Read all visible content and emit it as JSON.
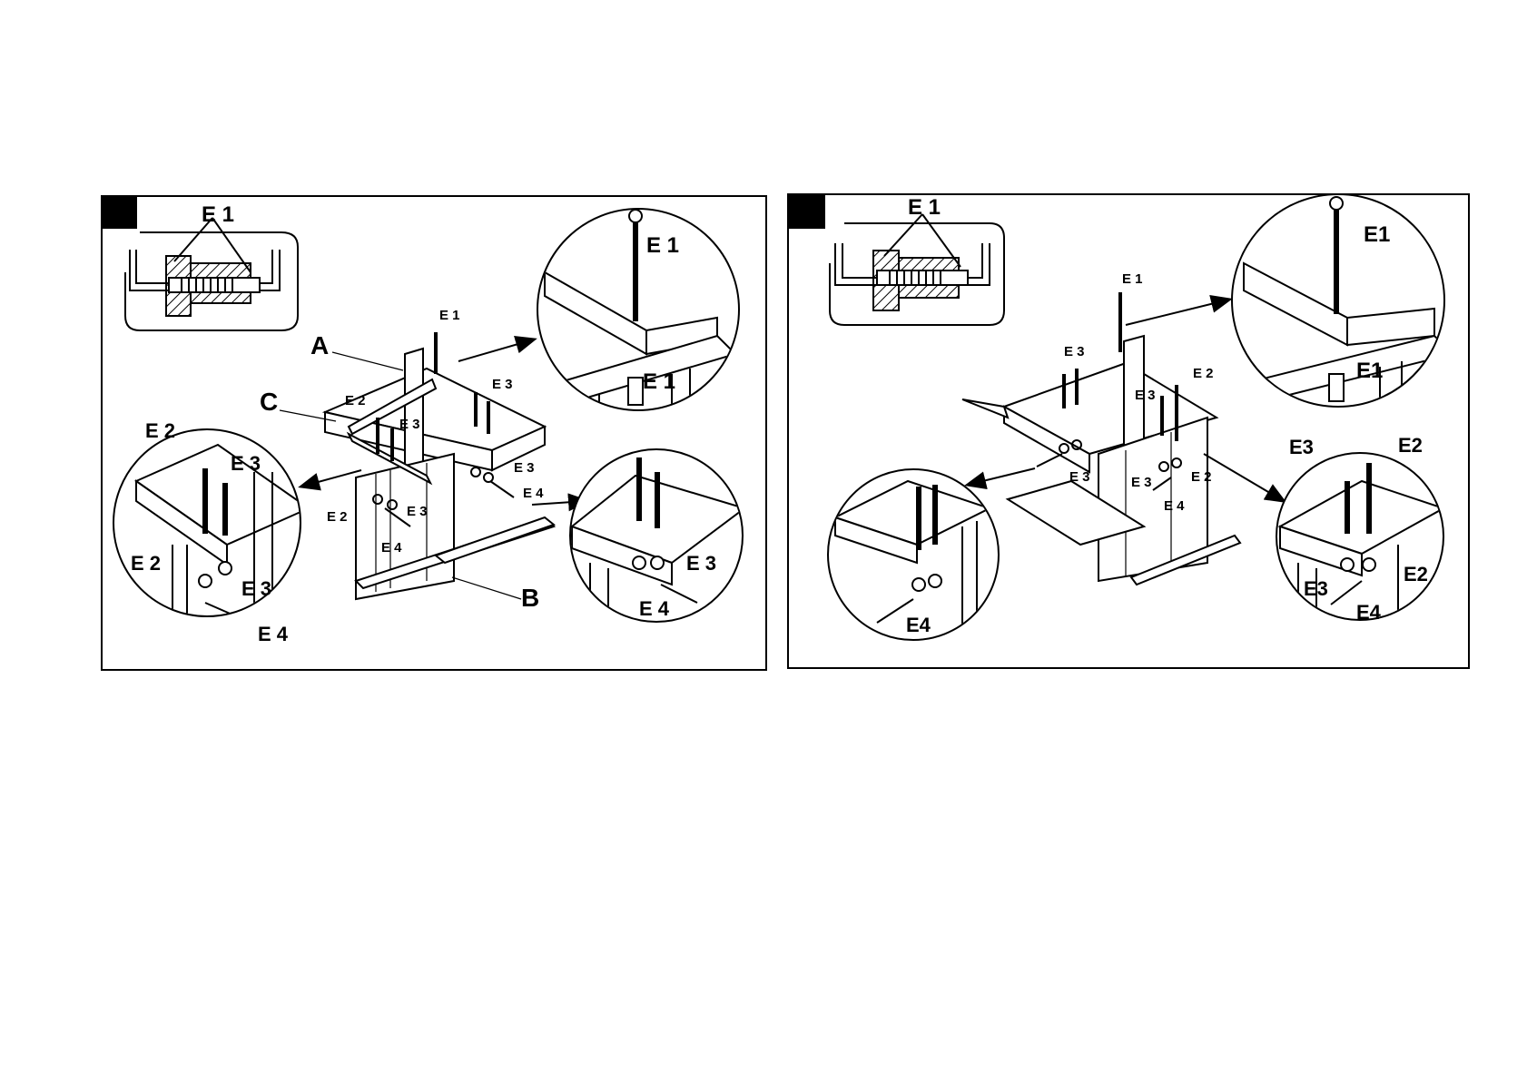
{
  "panel1": {
    "detail_label": "E 1",
    "labels": {
      "A": "A",
      "B": "B",
      "C": "C",
      "e1_top": "E 1",
      "e2": "E 2",
      "e3": "E 3",
      "e3_b": "E 3",
      "e2_b": "E 2",
      "e3_c": "E 3",
      "e4": "E 4",
      "e4_b": "E 4",
      "e3_d": "E 3"
    },
    "zoom_top_right": {
      "e1_a": "E 1",
      "e1_b": "E 1"
    },
    "zoom_left": {
      "e2_a": "E 2",
      "e3_a": "E 3",
      "e2_b": "E 2",
      "e3_b": "E 3",
      "e4": "E 4"
    },
    "zoom_bottom_right": {
      "e3": "E 3",
      "e4": "E 4"
    }
  },
  "panel2": {
    "detail_label": "E 1",
    "labels": {
      "e1": "E 1",
      "e3": "E 3",
      "e2": "E 2",
      "e3_b": "E 3",
      "e3_c": "E 3",
      "e3_d": "E 3",
      "e2_b": "E 2",
      "e4": "E 4"
    },
    "zoom_top_right": {
      "e1_a": "E1",
      "e1_b": "E1"
    },
    "zoom_right": {
      "e3_a": "E3",
      "e2_a": "E2",
      "e2_b": "E2",
      "e3_b": "E3",
      "e4": "E4"
    },
    "zoom_left": {
      "e4": "E4"
    }
  }
}
